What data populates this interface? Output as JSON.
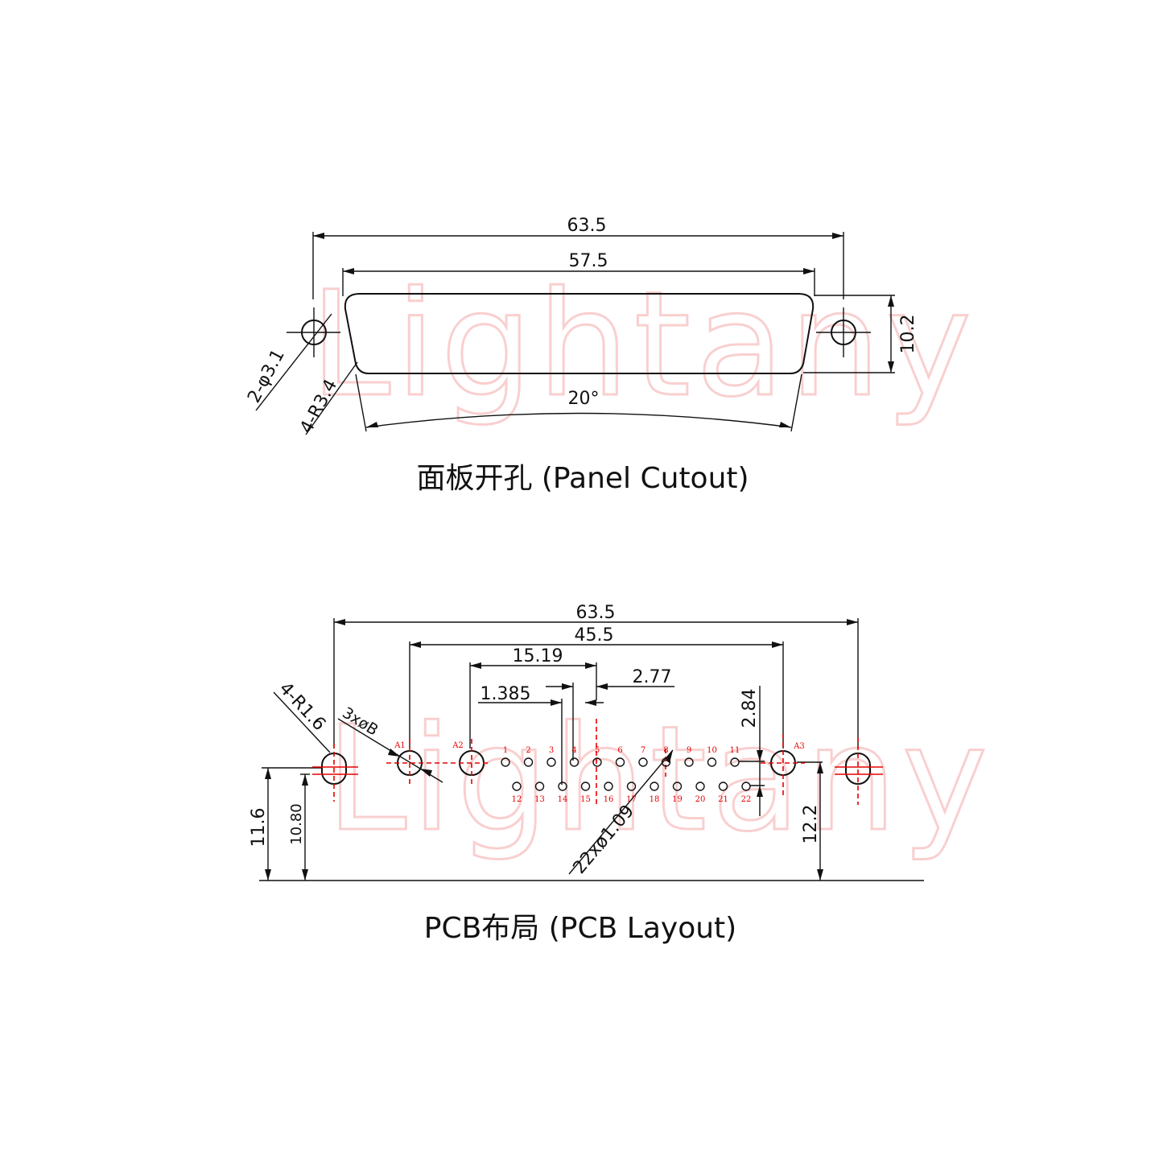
{
  "watermark": "Lightany",
  "panel": {
    "caption": "面板开孔 (Panel Cutout)",
    "dim_total": "63.5",
    "dim_shell": "57.5",
    "dim_height": "10.2",
    "dim_angle": "20°",
    "label_hole": "2-φ3.1",
    "label_radius": "4-R3.4"
  },
  "pcb": {
    "caption": "PCB布局 (PCB Layout)",
    "dim_total": "63.5",
    "dim_a1_a3": "45.5",
    "dim_1519": "15.19",
    "dim_277": "2.77",
    "dim_1385": "1.385",
    "dim_284": "2.84",
    "dim_116": "11.6",
    "dim_1080": "10.80",
    "dim_122": "12.2",
    "label_radius": "4-R1.6",
    "label_coax": "3xøB",
    "label_pins": "22xø1.09",
    "coax_labels": [
      "A1",
      "A2",
      "A3"
    ],
    "top_row": [
      "1",
      "2",
      "3",
      "4",
      "5",
      "6",
      "7",
      "8",
      "9",
      "10",
      "11"
    ],
    "bottom_row": [
      "12",
      "13",
      "14",
      "15",
      "16",
      "17",
      "18",
      "19",
      "20",
      "21",
      "22"
    ]
  }
}
